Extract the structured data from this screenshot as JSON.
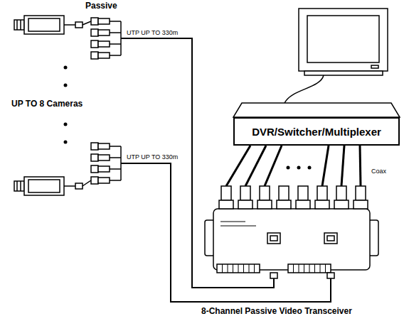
{
  "diagram": {
    "nodes": [
      {
        "text": [
          "DVR/Switcher/Multiplexer"
        ]
      }
    ],
    "labels": [
      "Passive",
      "UTP UP TO 330m",
      "UTP UP TO 330m",
      "UP TO 8 Cameras",
      "Coax",
      "8-Channel Passive Video Transceiver"
    ]
  }
}
